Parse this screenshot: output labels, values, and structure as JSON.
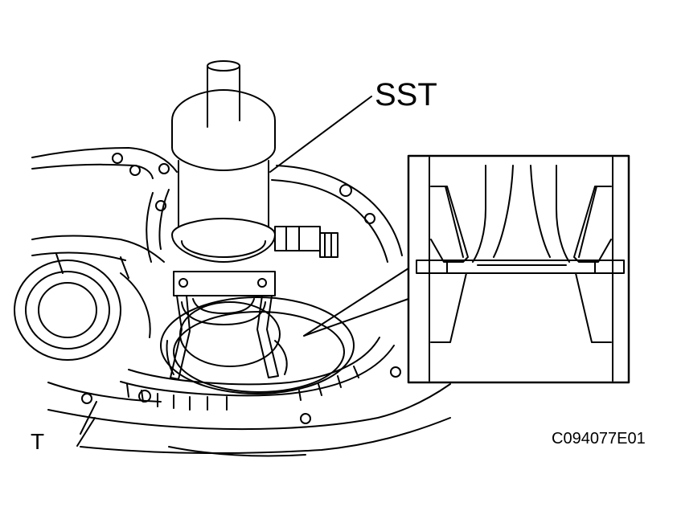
{
  "labels": {
    "tool": "SST",
    "corner": "T",
    "code": "C094077E01"
  },
  "colors": {
    "ink": "#000000",
    "paper": "#ffffff"
  }
}
